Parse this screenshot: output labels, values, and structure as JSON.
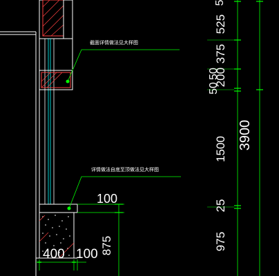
{
  "annotations": {
    "upper_label": "截面详情做法见大样图",
    "lower_label": "详情做法自底至顶做法见大样图"
  },
  "dimensions": {
    "vertical_chain": [
      "525",
      "375",
      "200",
      "50",
      "50",
      "1500",
      "25",
      "975"
    ],
    "overall": "3900",
    "bottom_widths": [
      "400",
      "100"
    ],
    "bottom_offset": "100",
    "bottom_height": "875",
    "top_cut": "5"
  },
  "colors": {
    "background": "#000000",
    "wall_line": "#ffffff",
    "hatch": "#ff4040",
    "dimension": "#00ff00",
    "leader": "#00ff00",
    "glass": "#00ffff",
    "text": "#ffffff"
  }
}
